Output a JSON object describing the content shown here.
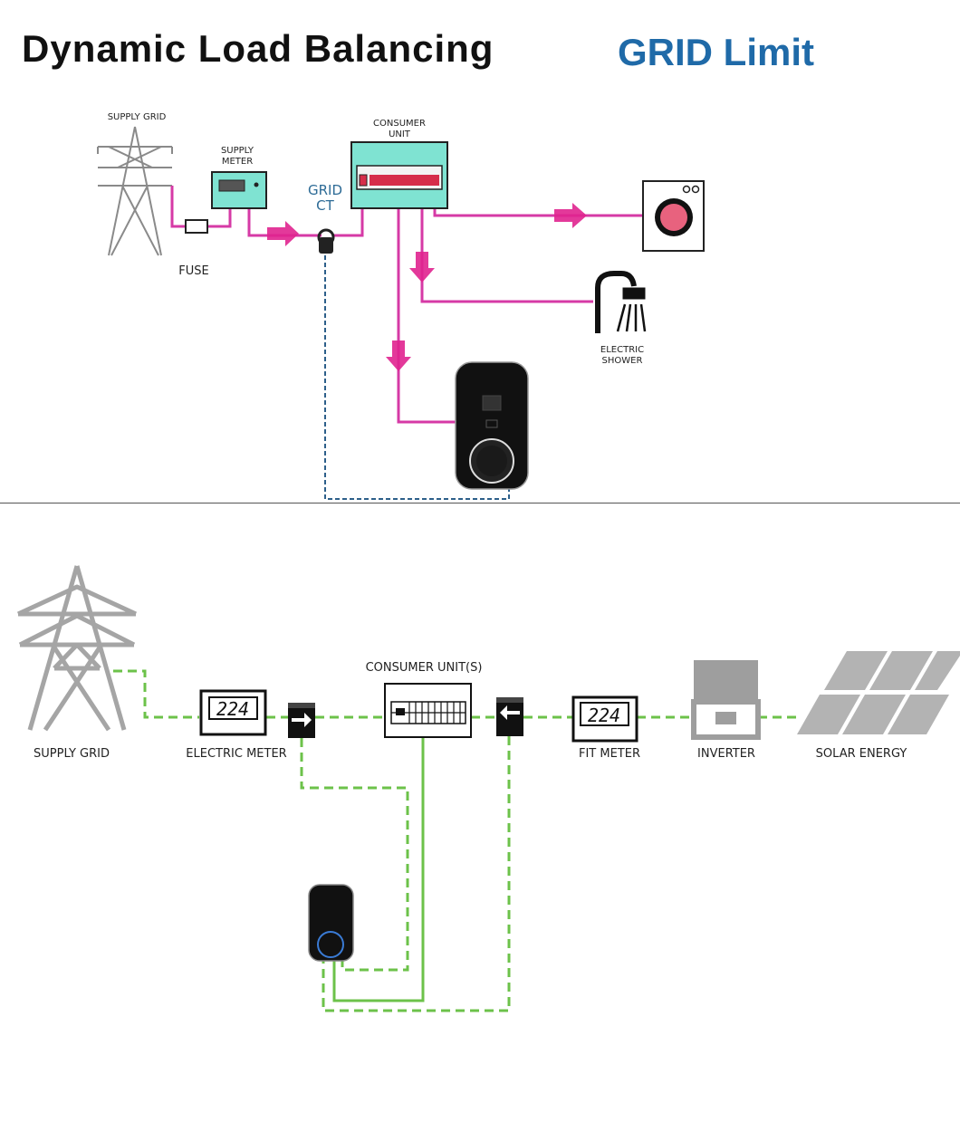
{
  "header": {
    "title": "Dynamic Load Balancing",
    "subtitle": "GRID Limit"
  },
  "top_diagram": {
    "supply_grid": "SUPPLY GRID",
    "supply_meter_line1": "SUPPLY",
    "supply_meter_line2": "METER",
    "fuse": "FUSE",
    "grid_ct_line1": "GRID",
    "grid_ct_line2": "CT",
    "consumer_unit_line1": "CONSUMER",
    "consumer_unit_line2": "UNIT",
    "electric_shower_line1": "ELECTRIC",
    "electric_shower_line2": "SHOWER",
    "power_line_color": "#d63aa6",
    "ct_link_color": "#2d5f8a",
    "meter_color": "#7fe3d2"
  },
  "bottom_diagram": {
    "supply_grid": "SUPPLY GRID",
    "electric_meter": "ELECTRIC METER",
    "electric_meter_display": "224",
    "consumer_units": "CONSUMER UNIT(S)",
    "fit_meter": "FIT METER",
    "fit_meter_display": "224",
    "inverter": "INVERTER",
    "solar_energy": "SOLAR ENERGY",
    "link_color": "#6cc24a"
  },
  "icons": [
    "pylon-icon",
    "meter-icon",
    "fuse-icon",
    "ct-clamp-icon",
    "consumer-unit-icon",
    "washing-machine-icon",
    "shower-icon",
    "ev-charger-icon",
    "inverter-icon",
    "solar-panel-icon"
  ]
}
